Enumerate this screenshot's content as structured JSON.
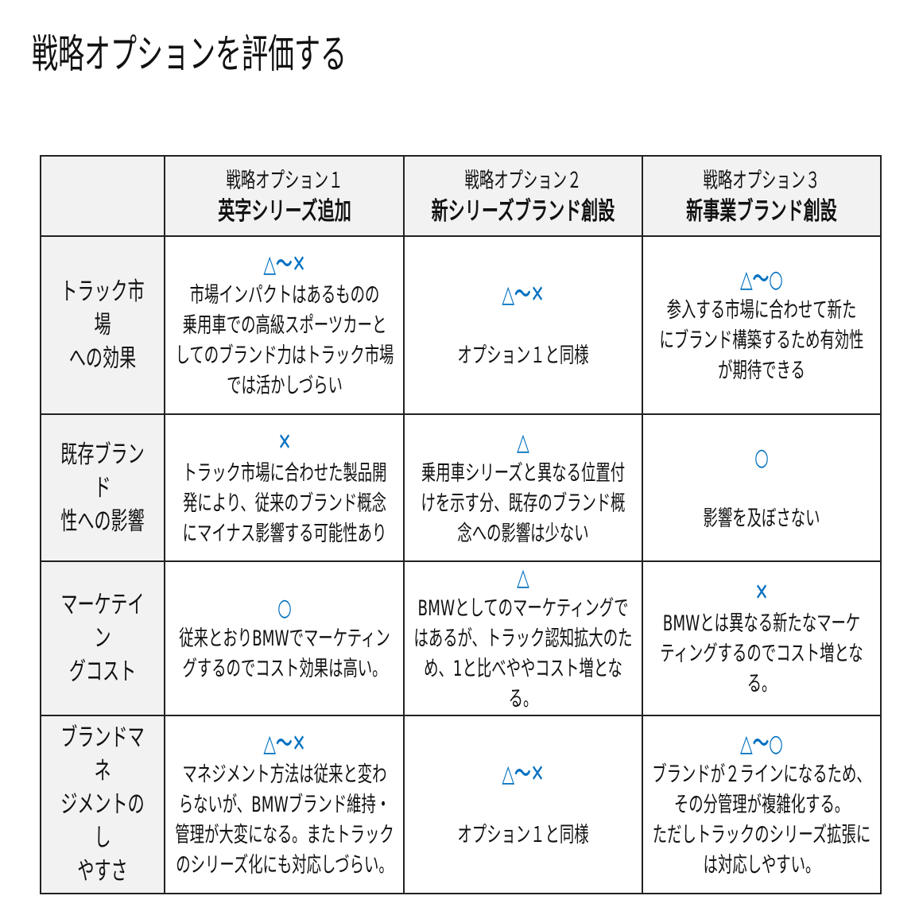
{
  "title": "戦略オプションを評価する",
  "colors": {
    "symbol": "#0070C0",
    "header_bg": "#f2f2f2"
  },
  "columns": [
    {
      "sub": "戦略オプション１",
      "name": "英字シリーズ追加"
    },
    {
      "sub": "戦略オプション２",
      "name": "新シリーズブランド創設"
    },
    {
      "sub": "戦略オプション３",
      "name": "新事業ブランド創設"
    }
  ],
  "rows": [
    {
      "label": "トラック市場\nへの効果",
      "cells": [
        {
          "rating": "△〜✕",
          "text": "市場インパクトはあるものの\n乗用車での高級スポーツカーと\nしてのブランド力はトラック市場\nでは活かしづらい"
        },
        {
          "rating": "△〜✕",
          "text": "\nオプション１と同様"
        },
        {
          "rating": "△〜○",
          "text": "参入する市場に合わせて新た\nにブランド構築するため有効性\nが期待できる"
        }
      ]
    },
    {
      "label": "既存ブランド\n性への影響",
      "cells": [
        {
          "rating": "✕",
          "text": "トラック市場に合わせた製品開\n発により、従来のブランド概念\nにマイナス影響する可能性あり"
        },
        {
          "rating": "△",
          "text": "乗用車シリーズと異なる位置付\nけを示す分、既存のブランド概\n念への影響は少ない"
        },
        {
          "rating": "○",
          "text": "\n影響を及ぼさない"
        }
      ]
    },
    {
      "label": "マーケテイン\nグコスト",
      "cells": [
        {
          "rating": "○",
          "text": "従来とおりBMWでマーケティン\nグするのでコスト効果は高い。"
        },
        {
          "rating": "△",
          "text": "BMWとしてのマーケティングで\nはあるが、トラック認知拡大のた\nめ、1と比べややコスト増となる。"
        },
        {
          "rating": "✕",
          "text": "BMWとは異なる新たなマーケ\nティングするのでコスト増となる。"
        }
      ]
    },
    {
      "label": "ブランドマネ\nジメントのし\nやすさ",
      "cells": [
        {
          "rating": "△〜✕",
          "text": "マネジメント方法は従来と変わ\nらないが、BMWブランド維持・\n管理が大変になる。またトラック\nのシリーズ化にも対応しづらい。"
        },
        {
          "rating": "△〜✕",
          "text": "\nオプション１と同様"
        },
        {
          "rating": "△〜○",
          "text": "ブランドが２ラインになるため、\nその分管理が複雑化する。\nただしトラックのシリーズ拡張に\nは対応しやすい。"
        }
      ]
    }
  ]
}
